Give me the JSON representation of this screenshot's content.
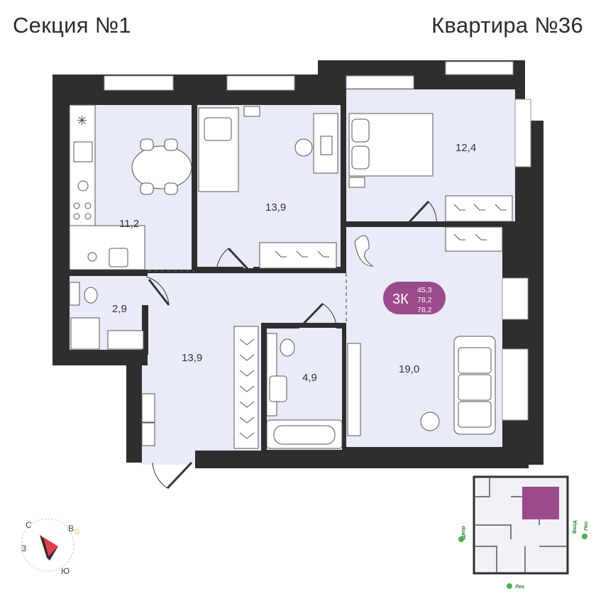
{
  "header": {
    "section": "Секция №1",
    "apartment": "Квартира №36"
  },
  "badge": {
    "type": "3К",
    "areas": [
      "45,3",
      "78,2",
      "78,2"
    ],
    "color": "#9b4a8c"
  },
  "rooms": [
    {
      "id": "kitchen",
      "area": "11,2"
    },
    {
      "id": "bedroom-middle",
      "area": "13,9"
    },
    {
      "id": "bedroom-right",
      "area": "12,4"
    },
    {
      "id": "bathroom-small",
      "area": "2,9"
    },
    {
      "id": "hall",
      "area": "13,9"
    },
    {
      "id": "bathroom",
      "area": "4,9"
    },
    {
      "id": "living",
      "area": "19,0"
    }
  ],
  "compass": {
    "north": "С",
    "east": "В",
    "west": "З",
    "south": "Ю"
  },
  "minimap": {
    "labels": {
      "left": "Двор",
      "right": "Лес",
      "bottom": "Лес",
      "entry": "Вход"
    }
  },
  "colors": {
    "wall": "#2e2e30",
    "floor": "#e9ebf6",
    "accent": "#9b4a8c"
  }
}
